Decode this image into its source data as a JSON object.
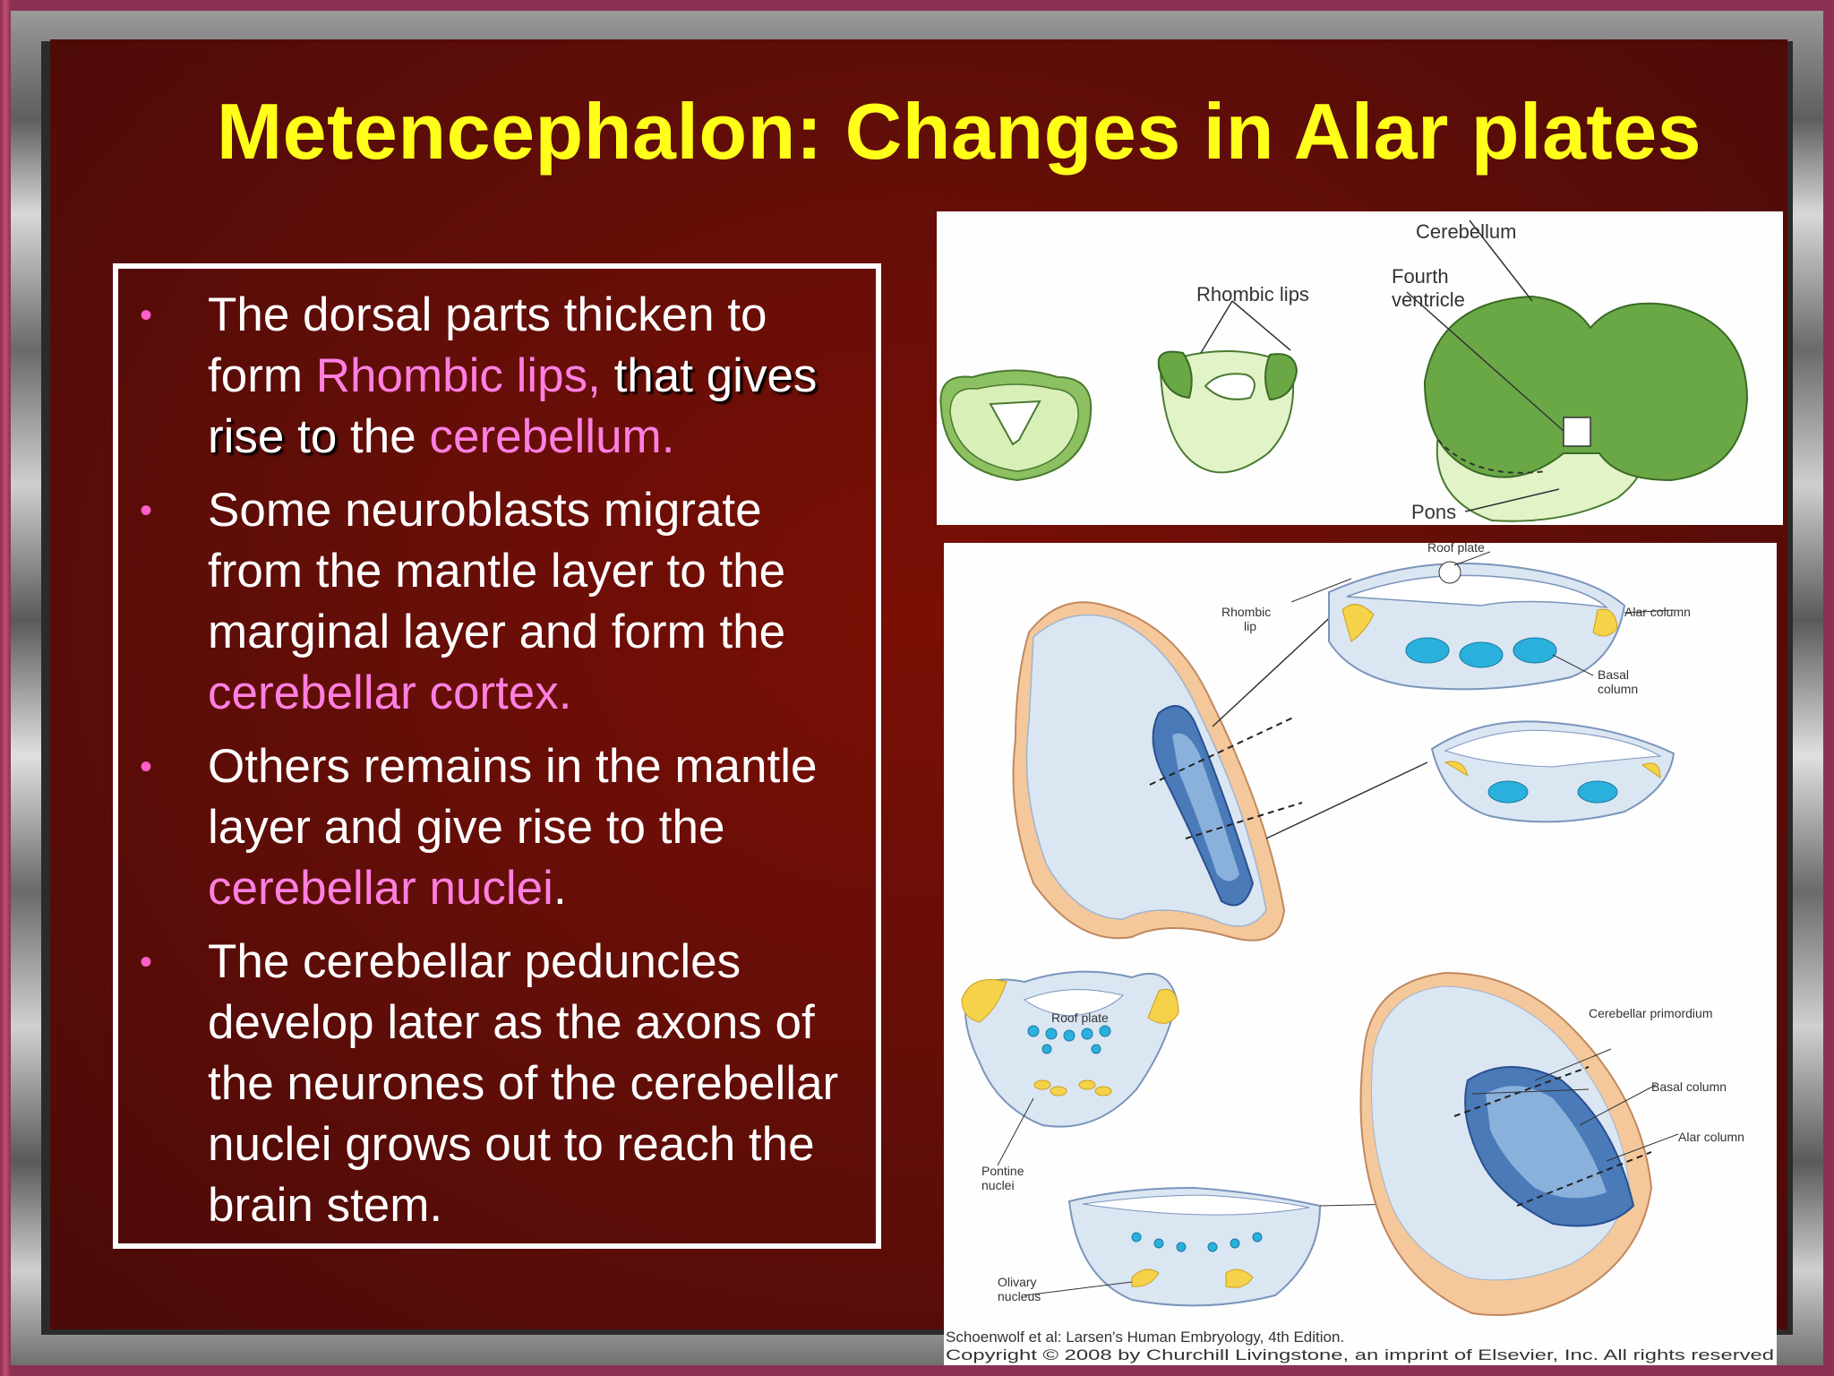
{
  "title": "Metencephalon: Changes in Alar plates",
  "bullets": [
    {
      "parts": [
        {
          "text": "The dorsal parts thicken to form ",
          "style": "normal"
        },
        {
          "text": "Rhombic lips,",
          "style": "pink"
        },
        {
          "text": " that gives rise to",
          "style": "shadow"
        },
        {
          "text": " the ",
          "style": "normal"
        },
        {
          "text": "cerebellum.",
          "style": "pink"
        }
      ]
    },
    {
      "parts": [
        {
          "text": "Some neuroblasts migrate from the mantle layer to the marginal layer and form the ",
          "style": "normal"
        },
        {
          "text": "cerebellar cortex.",
          "style": "pink"
        }
      ]
    },
    {
      "parts": [
        {
          "text": "Others  remains in the mantle layer and give rise to the ",
          "style": "normal"
        },
        {
          "text": "cerebellar nuclei",
          "style": "pink"
        },
        {
          "text": ".",
          "style": "normal"
        }
      ]
    },
    {
      "parts": [
        {
          "text": "The cerebellar peduncles develop later as the axons of the neurones of the cerebellar nuclei grows out to reach the brain stem.",
          "style": "normal"
        }
      ]
    }
  ],
  "bullet_glyph": "•",
  "figure_top": {
    "labels": {
      "cerebellum": "Cerebellum",
      "fourth_ventricle_1": "Fourth",
      "fourth_ventricle_2": "ventricle",
      "rhombic_lips": "Rhombic lips",
      "pons": "Pons"
    }
  },
  "figure_bottom": {
    "labels": {
      "roof_plate_top": "Roof plate",
      "rhombic_lip_1": "Rhombic",
      "rhombic_lip_2": "lip",
      "alar_column_top": "Alar column",
      "basal_column_top_1": "Basal",
      "basal_column_top_2": "column",
      "roof_plate_bottom": "Roof plate",
      "cerebellar_primordium": "Cerebellar primordium",
      "basal_column_bottom": "Basal column",
      "alar_column_bottom": "Alar column",
      "pontine_1": "Pontine",
      "pontine_2": "nuclei",
      "olivary_1": "Olivary",
      "olivary_2": "nucleus"
    },
    "credit_line1": "Schoenwolf et al: Larsen's Human Embryology, 4th Edition.",
    "credit_line2": "Copyright © 2008 by Churchill Livingstone, an imprint of Elsevier, Inc. All rights reserved"
  },
  "colors": {
    "title": "#ffff1a",
    "highlight": "#ff7fe0",
    "bullet": "#ff5fc8",
    "background": "#640e08"
  }
}
